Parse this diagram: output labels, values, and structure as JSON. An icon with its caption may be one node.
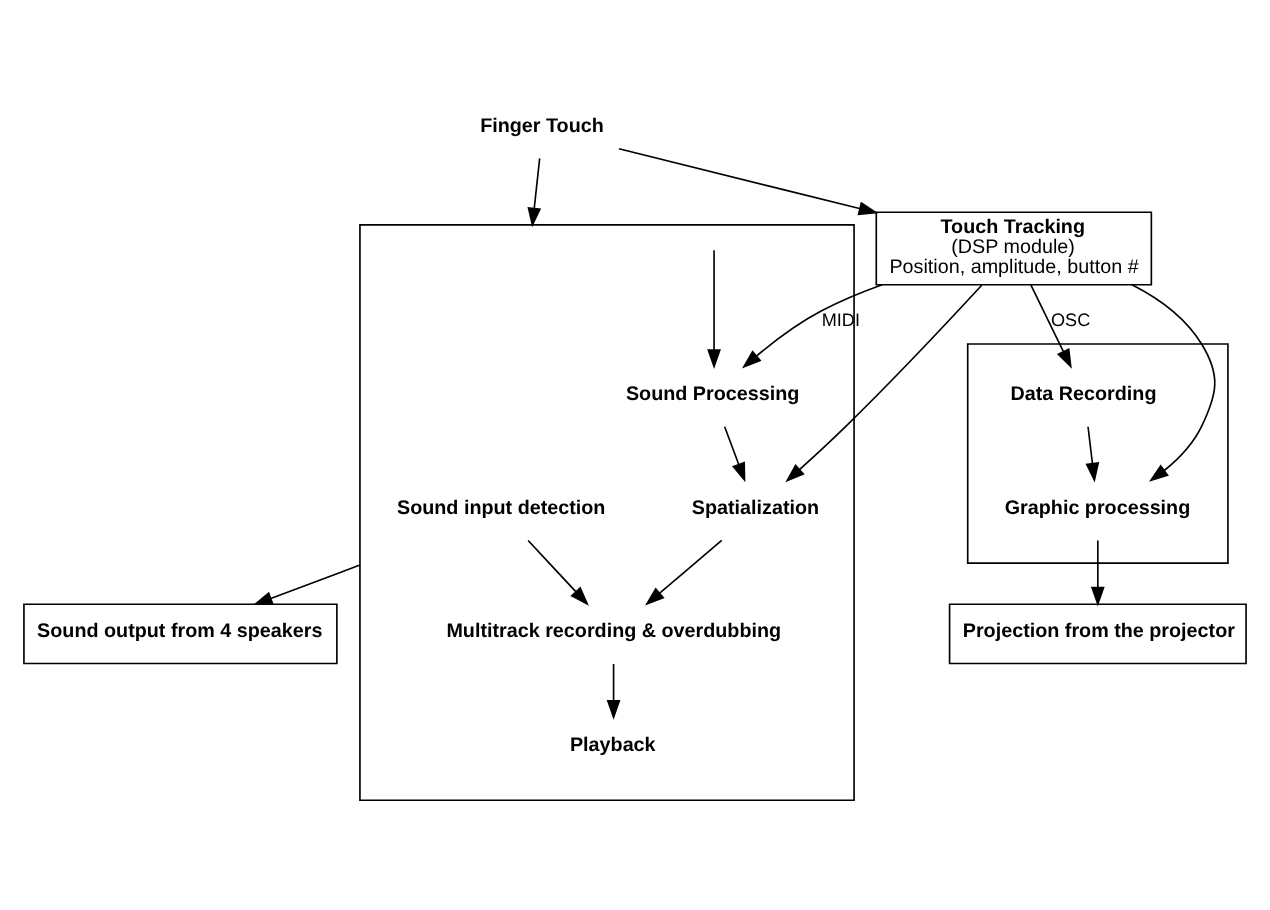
{
  "diagram": {
    "nodes": [
      {
        "text": [
          "Finger Touch"
        ]
      },
      {
        "text": [
          "Touch Tracking",
          "(DSP module)",
          "Position, amplitude, button #"
        ]
      },
      {
        "text": [],
        "shape": "box"
      },
      {
        "text": [
          "Data Recording"
        ],
        "in": 2
      },
      {
        "text": [
          "Graphic processing"
        ],
        "in": 2
      },
      {
        "text": [
          "Projection from the projector"
        ]
      },
      {
        "text": [],
        "shape": "box"
      },
      {
        "text": [
          "Sound input detection"
        ],
        "in": 6
      },
      {
        "text": [
          "Sound Processing"
        ],
        "in": 6
      },
      {
        "text": [
          "Spatialization"
        ],
        "in": 6
      },
      {
        "text": [
          "Multitrack recording & overdubbing"
        ],
        "in": 6
      },
      {
        "text": [
          "Playback"
        ],
        "in": 6
      },
      {
        "text": [
          "Sound output from 4 speakers"
        ]
      }
    ],
    "edges": [
      {
        "from": 0,
        "to": 1,
        "arrow": "to"
      },
      {
        "from": 0,
        "to": 6,
        "arrow": "to"
      },
      {
        "from": null,
        "to": 8,
        "arrow": "to"
      },
      {
        "from": 1,
        "to": 8,
        "arrow": "to",
        "label": "MIDI"
      },
      {
        "from": 1,
        "to": 9,
        "arrow": "to"
      },
      {
        "from": 1,
        "to": 3,
        "arrow": "to",
        "label": "OSC"
      },
      {
        "from": 1,
        "to": 4,
        "arrow": "to"
      },
      {
        "from": 3,
        "to": 4,
        "arrow": "to"
      },
      {
        "from": 4,
        "to": 5,
        "arrow": "to"
      },
      {
        "from": 8,
        "to": 9,
        "arrow": "to"
      },
      {
        "from": 9,
        "to": 10,
        "arrow": "to"
      },
      {
        "from": 7,
        "to": 10,
        "arrow": "to"
      },
      {
        "from": 10,
        "to": 11,
        "arrow": "to"
      },
      {
        "from": 6,
        "to": 12,
        "arrow": "to"
      }
    ]
  }
}
